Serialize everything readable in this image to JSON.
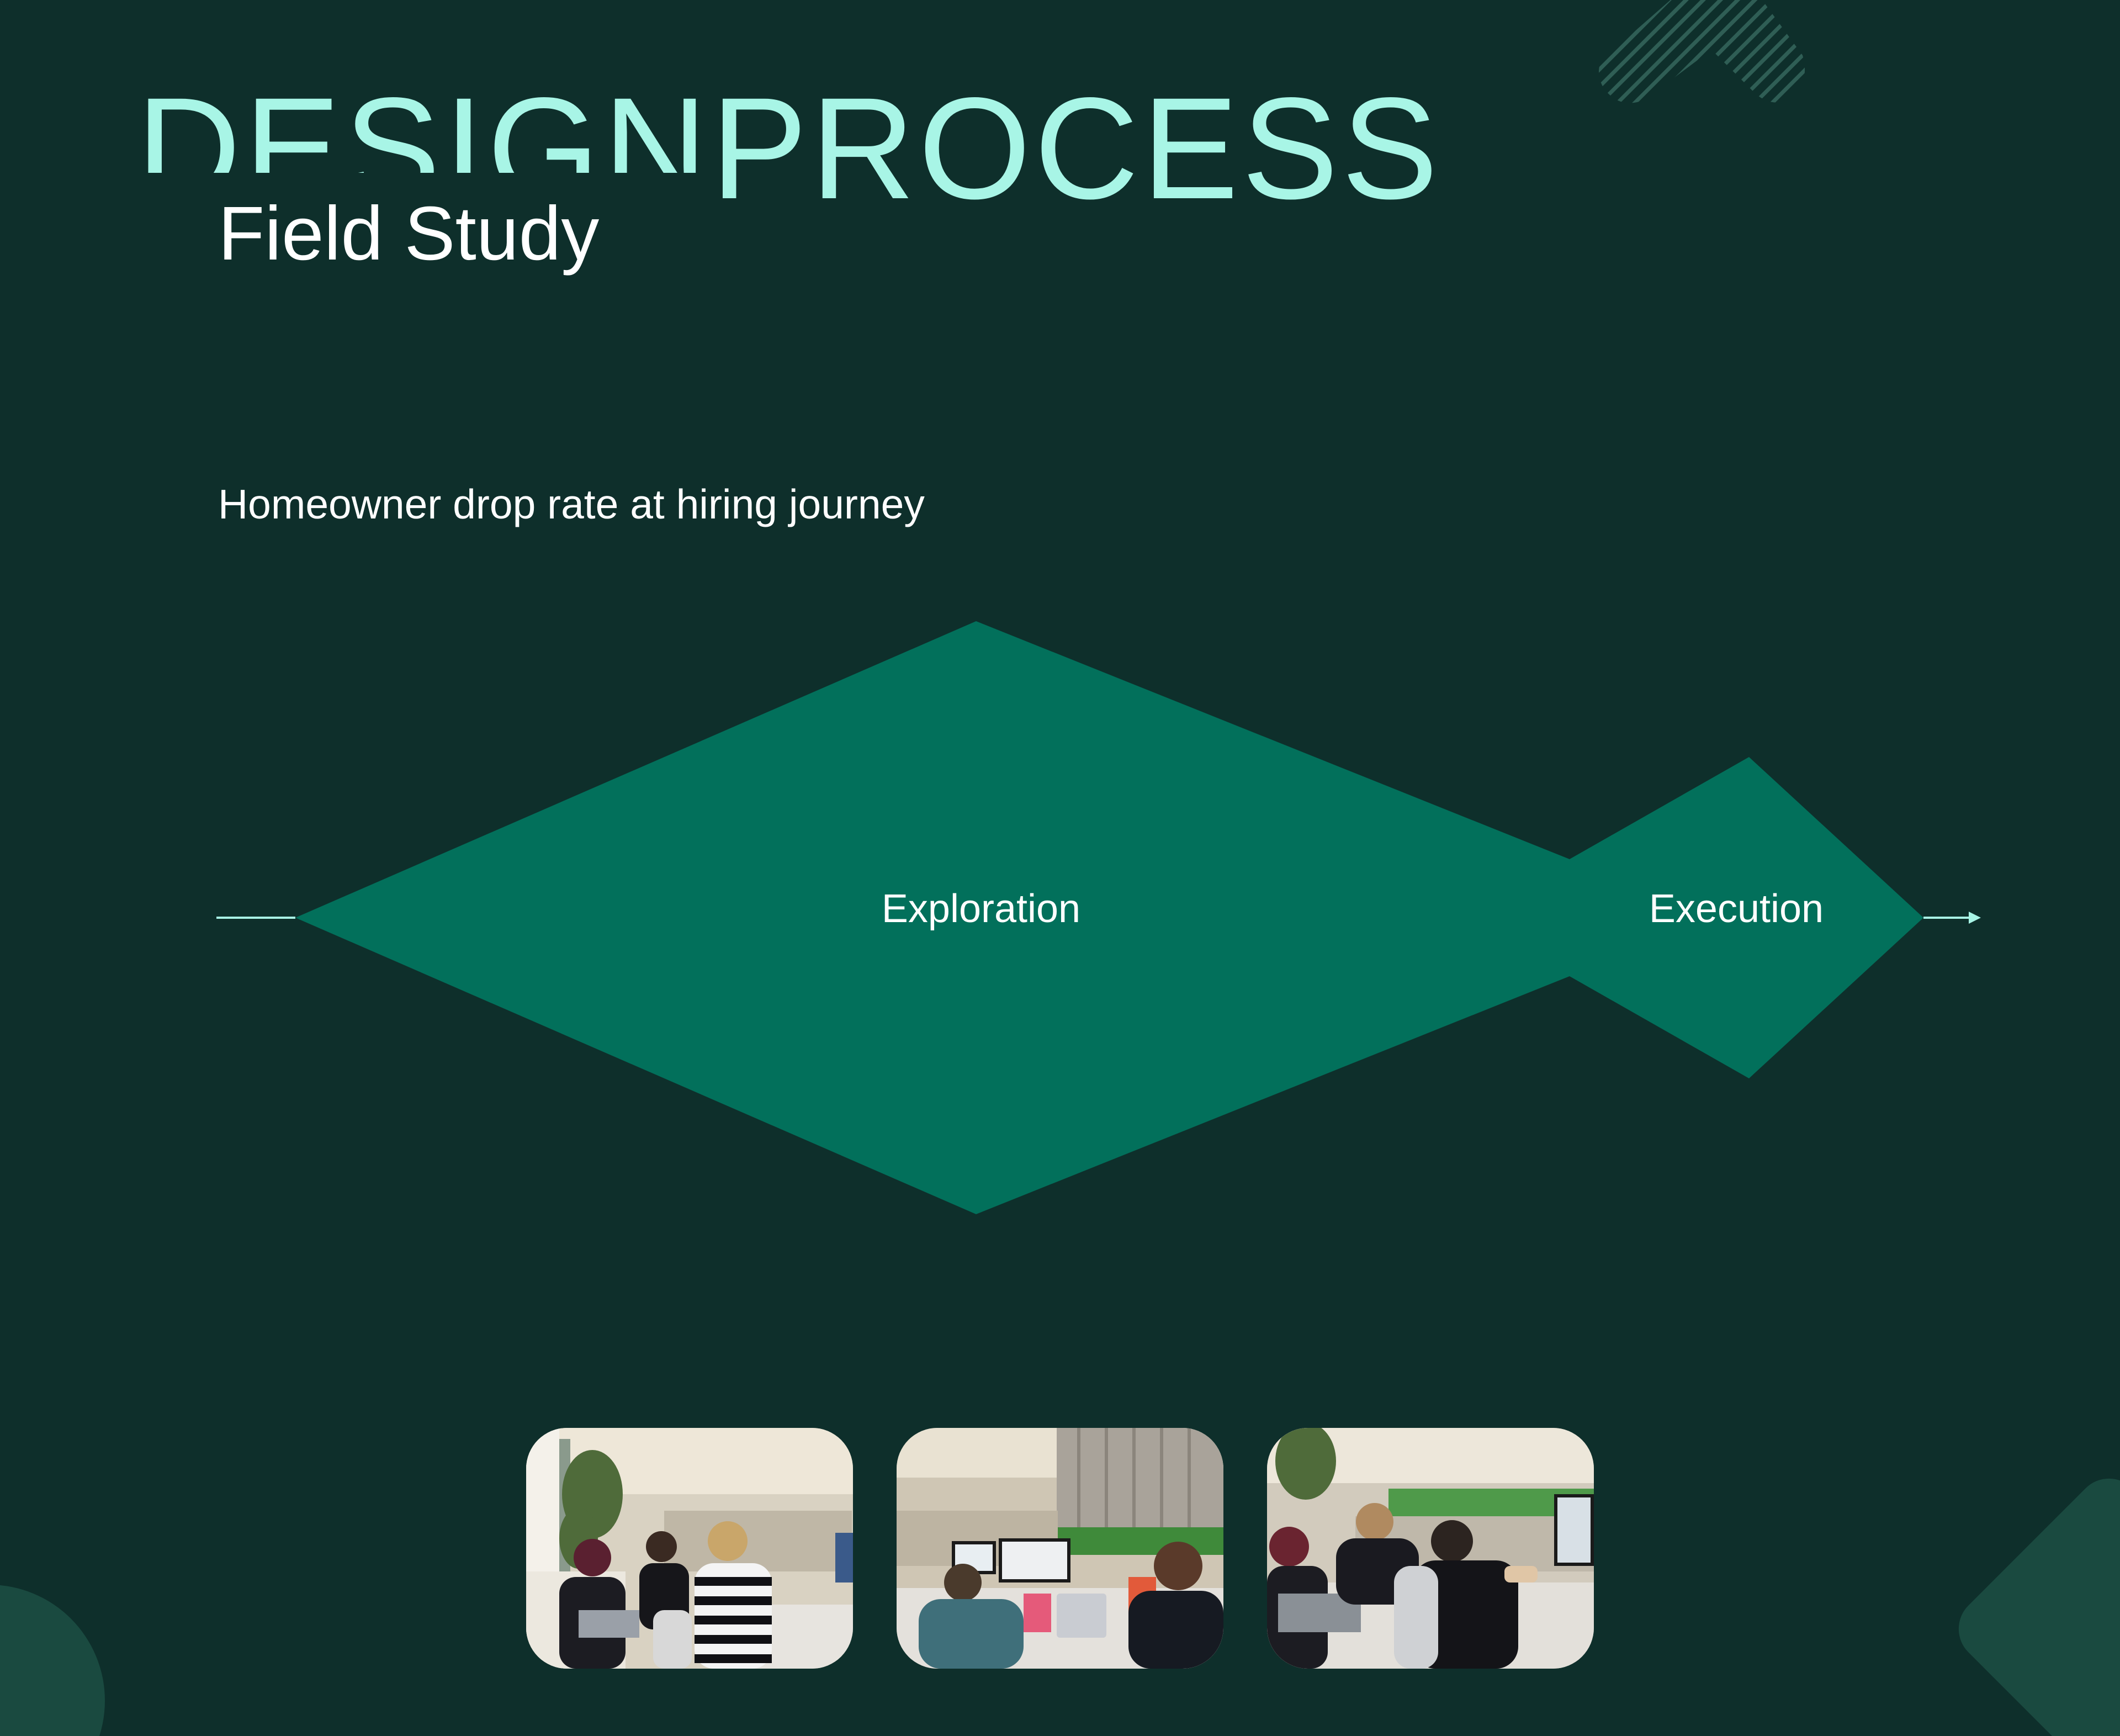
{
  "header": {
    "title": "DESIGN PROCESS",
    "title_clipped_part": "DESIGN",
    "title_visible_part": " PROCESS",
    "subtitle": "Field Study"
  },
  "section": {
    "caption": "Homeowner drop rate at hiring journey"
  },
  "diagram": {
    "type": "double-diamond-flow",
    "stages": [
      {
        "label": "Exploration"
      },
      {
        "label": "Execution"
      }
    ]
  },
  "photos": [
    {
      "icon": "office-field-study-photo-1"
    },
    {
      "icon": "office-field-study-photo-2"
    },
    {
      "icon": "office-field-study-photo-3"
    }
  ],
  "colors": {
    "background": "#0e2f2b",
    "accent": "#a8f5e6",
    "shape": "#02705b",
    "text": "#ffffff",
    "decor": "#1a4a40"
  }
}
